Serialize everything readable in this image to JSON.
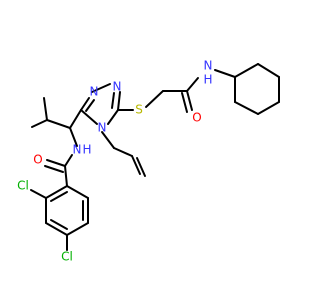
{
  "colors": {
    "bond": "#000000",
    "nitrogen": "#3333ff",
    "oxygen": "#ff0000",
    "sulfur": "#b8b800",
    "chlorine": "#00b000",
    "background": "#ffffff"
  },
  "labels": {
    "n_triazole_top": "N",
    "n_triazole_right": "N",
    "n_triazole_bottom": "N",
    "n_amide_cyclohexyl": "N",
    "h_amide_cyclohexyl": "H",
    "n_amide_benzamide": "N",
    "h_amide_benzamide": "H",
    "o_amide_cyclohexyl": "O",
    "o_amide_benzamide": "O",
    "s_thioether": "S",
    "cl_ortho": "Cl",
    "cl_para": "Cl"
  }
}
